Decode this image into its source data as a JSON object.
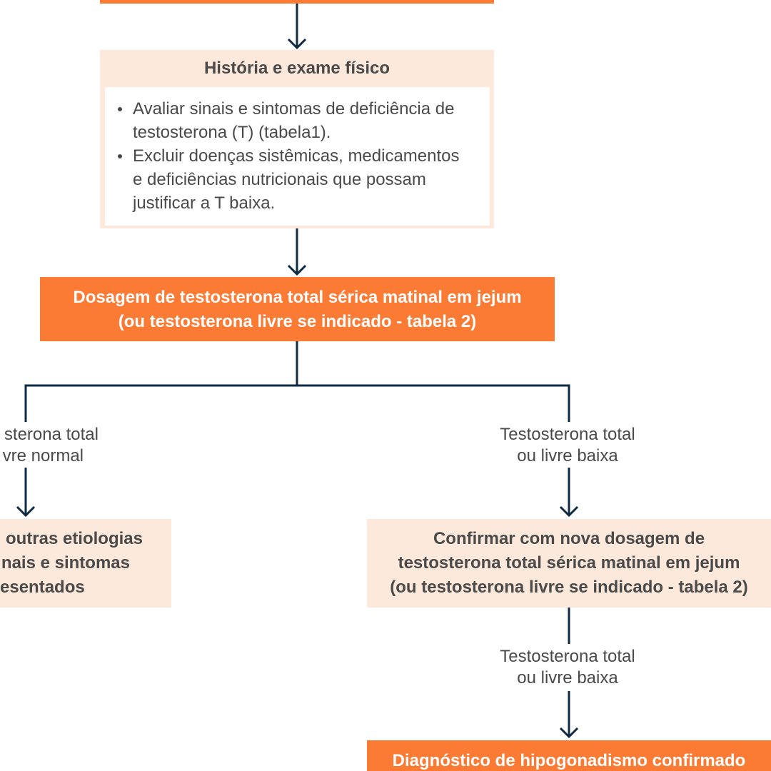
{
  "colors": {
    "process_orange": "#FB7A34",
    "info_peach": "#FDE8DC",
    "connector_navy": "#0F2A45",
    "text_gray": "#4A4A4A",
    "panel_white": "#FFFFFF"
  },
  "history_box": {
    "title": "História e exame físico",
    "bullets": [
      {
        "lines": [
          "Avaliar sinais e sintomas de deficiência de",
          "testosterona (T) (tabela1)."
        ]
      },
      {
        "lines": [
          "Excluir doenças sistêmicas, medicamentos",
          "e deficiências nutricionais que possam",
          "justificar a T baixa."
        ]
      }
    ]
  },
  "dosage_box": {
    "lines": [
      "Dosagem de testosterona total sérica matinal em jejum",
      "(ou testosterona livre se indicado - tabela 2)"
    ]
  },
  "branch_left": {
    "label_lines": [
      "sterona total",
      "vre normal"
    ],
    "box_lines": [
      "outras etiologias",
      "nais e sintomas",
      "esentados"
    ]
  },
  "branch_right": {
    "label_lines": [
      "Testosterona total",
      "ou livre baixa"
    ],
    "confirm_box_lines": [
      "Confirmar com nova dosagem de",
      "testosterona total sérica matinal em jejum",
      "(ou testosterona livre se indicado - tabela 2)"
    ],
    "confirm_label_lines": [
      "Testosterona total",
      "ou livre baixa"
    ],
    "diagnosis_box": "Diagnóstico de hipogonadismo confirmado"
  }
}
